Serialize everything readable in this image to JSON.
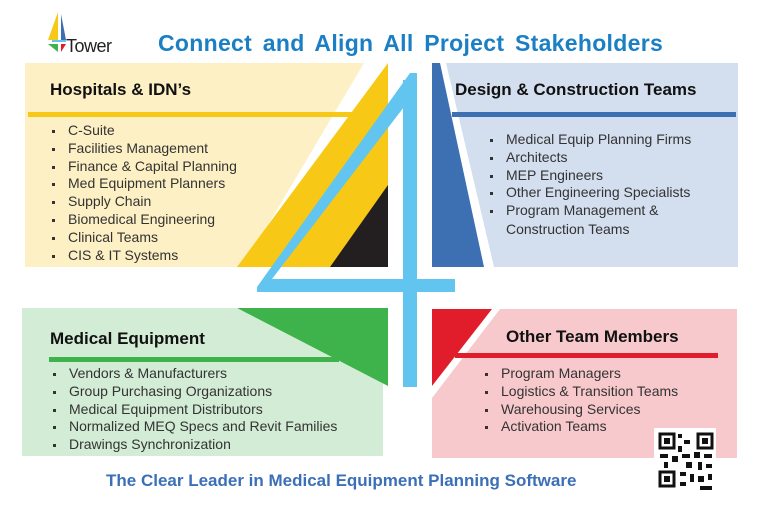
{
  "header": {
    "logo_text": "Tower",
    "title": "Connect and Align All Project Stakeholders"
  },
  "sections": {
    "hospitals": {
      "heading": "Hospitals & IDN’s",
      "items": [
        "C-Suite",
        "Facilities Management",
        "Finance & Capital Planning",
        "Med Equipment Planners",
        "Supply Chain",
        "Biomedical Engineering",
        "Clinical Teams",
        "CIS & IT Systems"
      ]
    },
    "design": {
      "heading": "Design & Construction Teams",
      "items": [
        "Medical Equip Planning Firms",
        "Architects",
        "MEP Engineers",
        "Other Engineering Specialists",
        "Program Management &"
      ],
      "continuation": "Construction Teams"
    },
    "medical": {
      "heading": "Medical Equipment",
      "items": [
        "Vendors & Manufacturers",
        "Group Purchasing Organizations",
        "Medical Equipment Distributors",
        "Normalized MEQ Specs and Revit Families",
        "Drawings Synchronization"
      ]
    },
    "other": {
      "heading": "Other Team Members",
      "items": [
        "Program Managers",
        "Logistics & Transition Teams",
        "Warehousing Services",
        "Activation Teams"
      ]
    }
  },
  "footer": {
    "tagline": "The Clear Leader in Medical Equipment Planning Software"
  },
  "colors": {
    "title": "#1a7fc4",
    "footer": "#3b6fb8",
    "yellow": "#f7c815",
    "yellow_light": "#fdf0c4",
    "blue": "#3d6fb3",
    "blue_light": "#d3deee",
    "green": "#3fb34b",
    "green_light": "#d3ecd5",
    "red": "#e21d2b",
    "red_light": "#f8c9cc",
    "four": "#62c5ef"
  }
}
